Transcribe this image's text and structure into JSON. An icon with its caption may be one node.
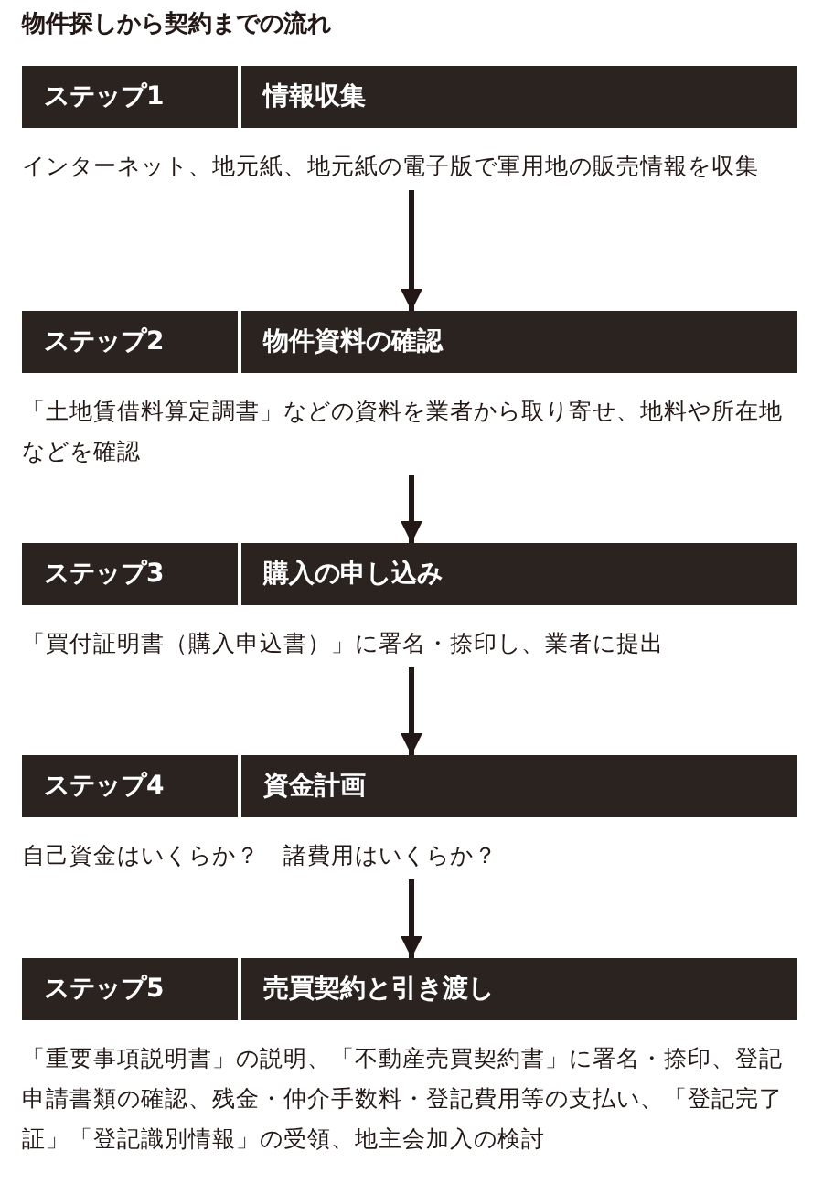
{
  "diagram": {
    "title": "物件探しから契約までの流れ",
    "nodes": [
      {
        "text": [
          "ステップ1",
          "情報収集",
          "インターネット、地元紙、地元紙の電子版で軍用地の販売情報を収集"
        ]
      },
      {
        "text": [
          "ステップ2",
          "物件資料の確認",
          "「土地賃借料算定調書」などの資料を業者から取り寄せ、地料や所在地などを確認"
        ]
      },
      {
        "text": [
          "ステップ3",
          "購入の申し込み",
          "「買付証明書（購入申込書）」に署名・捺印し、業者に提出"
        ]
      },
      {
        "text": [
          "ステップ4",
          "資金計画",
          "自己資金はいくらか？　諸費用はいくらか？"
        ]
      },
      {
        "text": [
          "ステップ5",
          "売買契約と引き渡し",
          "「重要事項説明書」の説明、「不動産売買契約書」に署名・捺印、登記申請書類の確認、残金・仲介手数料・登記費用等の支払い、「登記完了証」「登記識別情報」の受領、地主会加入の検討"
        ]
      }
    ],
    "edges": [
      {
        "from": 0,
        "to": 1,
        "arrow": "to"
      },
      {
        "from": 1,
        "to": 2,
        "arrow": "to"
      },
      {
        "from": 2,
        "to": 3,
        "arrow": "to"
      },
      {
        "from": 3,
        "to": 4,
        "arrow": "to"
      }
    ]
  }
}
